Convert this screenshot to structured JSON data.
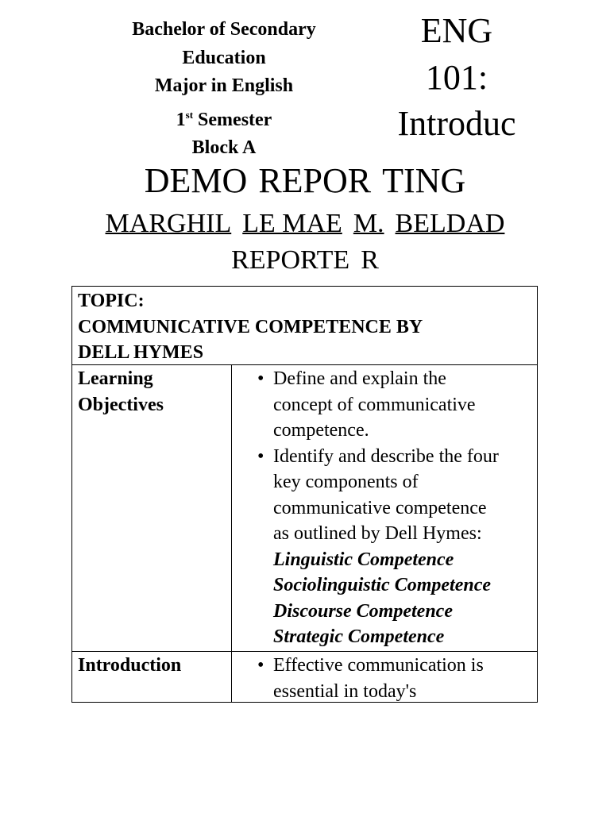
{
  "header": {
    "program_lines": [
      "Bachelor of Secondary",
      "Education",
      "Major in English"
    ],
    "semester_num": "1",
    "semester_sup": "st",
    "semester_word": "Semester",
    "block": "Block A"
  },
  "course": {
    "lines": [
      "ENG",
      "101:",
      "Introduc"
    ]
  },
  "overlay": {
    "title_lines": [
      "DEMO",
      "REPOR",
      "TING"
    ],
    "name_lines": [
      "MARGHIL",
      "LE MAE",
      "M.",
      "BELDAD"
    ],
    "role_lines": [
      "REPORTE",
      "R"
    ]
  },
  "table": {
    "topic_lines": [
      "TOPIC:",
      "COMMUNICATIVE COMPETENCE BY",
      "DELL HYMES"
    ],
    "rows": [
      {
        "label_lines": [
          "Learning",
          "Objectives"
        ],
        "bullets": [
          {
            "lines": [
              "Define and explain the",
              "concept of communicative",
              "competence."
            ]
          },
          {
            "lines": [
              "Identify and describe the four",
              "key components of",
              "communicative competence",
              "as outlined by Dell Hymes:"
            ]
          }
        ],
        "components": [
          "Linguistic Competence",
          "Sociolinguistic Competence",
          "Discourse Competence",
          "Strategic Competence"
        ]
      },
      {
        "label_lines": [
          "Introduction"
        ],
        "bullets": [
          {
            "lines": [
              "Effective communication is",
              "essential in today's"
            ]
          }
        ]
      }
    ]
  }
}
